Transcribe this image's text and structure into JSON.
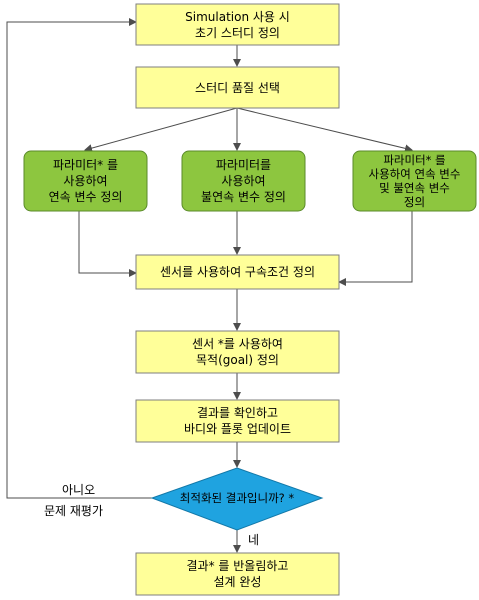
{
  "diagram": {
    "colors": {
      "rect_fill": "#ffff99",
      "rect_stroke": "#7f7f7f",
      "green_fill": "#8dc63f",
      "green_stroke": "#5a8a2a",
      "diamond_fill": "#1fa3e0",
      "arrow": "#4d4d4d"
    },
    "nodes": {
      "step1": "Simulation 사용 시\n초기 스터디 정의",
      "step2": "스터디 품질 선택",
      "opt_left": "파라미터* 를\n사용하여\n연속 변수 정의",
      "opt_mid": "파라미터를\n사용하여\n불연속 변수 정의",
      "opt_right": "파라미터* 를\n사용하여 연속 변수\n및 불연속 변수\n정의",
      "step3": "센서를 사용하여 구속조건 정의",
      "step4": "센서 *를 사용하여\n목적(goal) 정의",
      "step5": "결과를 확인하고\n바디와 플롯 업데이트",
      "decision": "최적화된 결과입니까? *",
      "step6": "결과* 를 반올림하고\n설계 완성"
    },
    "labels": {
      "no": "아니오",
      "no_sub": "문제 재평가",
      "yes": "네"
    }
  }
}
